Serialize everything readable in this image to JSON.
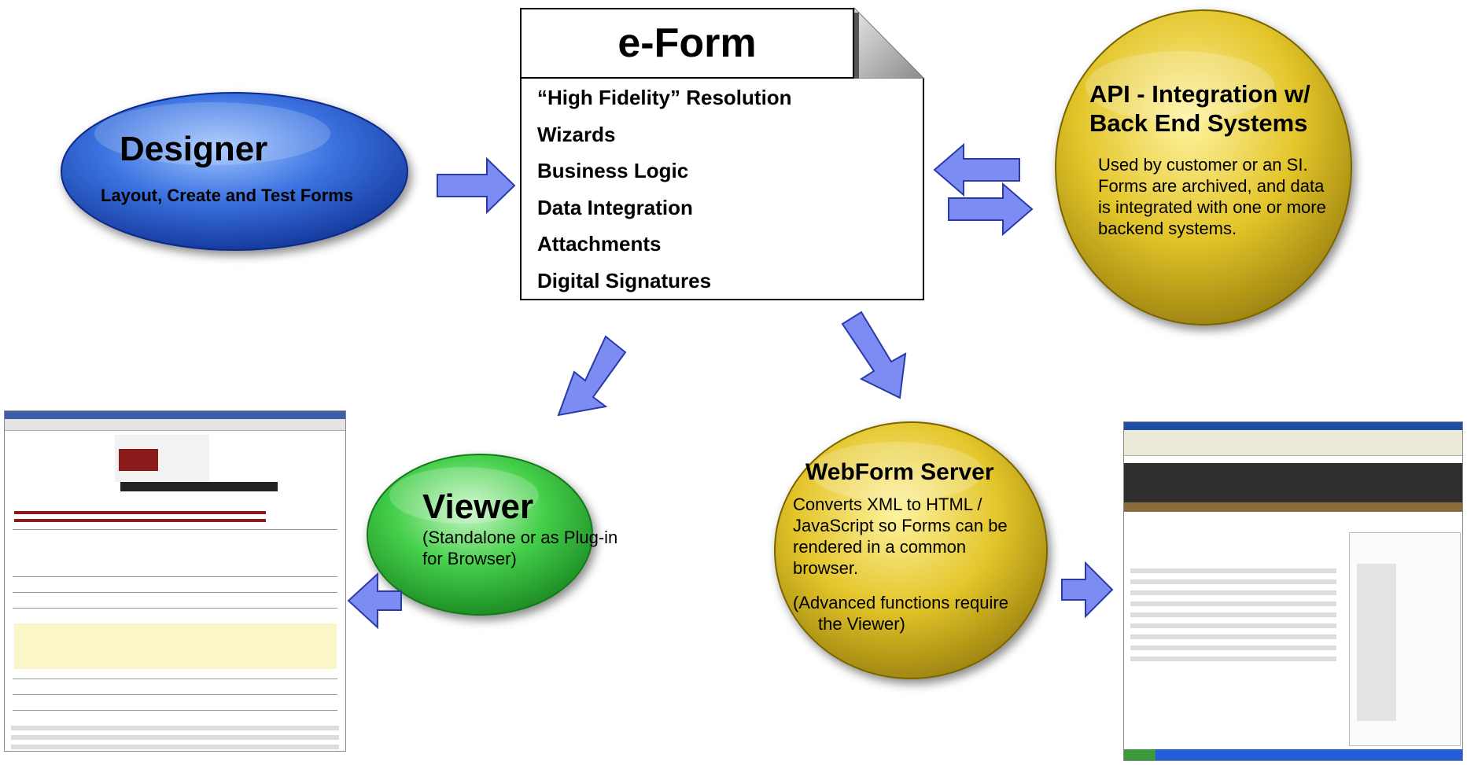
{
  "eform": {
    "title": "e-Form",
    "features": [
      "“High Fidelity” Resolution",
      "Wizards",
      "Business Logic",
      "Data Integration",
      "Attachments",
      "Digital Signatures"
    ]
  },
  "designer": {
    "title": "Designer",
    "subtitle": "Layout, Create and Test Forms"
  },
  "api": {
    "title_line1": "API - Integration w/",
    "title_line2": "Back End Systems",
    "description_lines": [
      "Used by customer or an SI.",
      "Forms are archived, and data",
      "is integrated with one or more",
      "backend systems."
    ]
  },
  "viewer": {
    "title": "Viewer",
    "description_line1": "(Standalone or as Plug-in",
    "description_line2": "for Browser)"
  },
  "webform": {
    "title": "WebForm Server",
    "description_lines": [
      "Converts XML to HTML /",
      "JavaScript so Forms can be",
      "rendered in a common",
      "browser."
    ],
    "note_line1": "(Advanced functions require",
    "note_line2": "the Viewer)"
  },
  "colors": {
    "designer_blue": "#1f4fb8",
    "viewer_green": "#2fb83a",
    "gold": "#d7b71e",
    "arrow_fill": "#7d8cf2",
    "arrow_stroke": "#2a3aa8"
  }
}
